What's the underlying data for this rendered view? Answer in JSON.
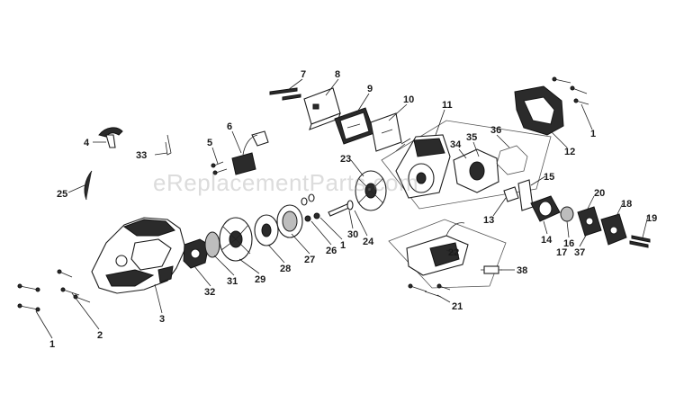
{
  "watermark": "eReplacementParts.com",
  "callouts": [
    {
      "id": "c1a",
      "label": "1"
    },
    {
      "id": "c2",
      "label": "2"
    },
    {
      "id": "c3",
      "label": "3"
    },
    {
      "id": "c4",
      "label": "4"
    },
    {
      "id": "c5",
      "label": "5"
    },
    {
      "id": "c6",
      "label": "6"
    },
    {
      "id": "c7",
      "label": "7"
    },
    {
      "id": "c8",
      "label": "8"
    },
    {
      "id": "c9",
      "label": "9"
    },
    {
      "id": "c10",
      "label": "10"
    },
    {
      "id": "c11",
      "label": "11"
    },
    {
      "id": "c12",
      "label": "12"
    },
    {
      "id": "c1b",
      "label": "1"
    },
    {
      "id": "c13",
      "label": "13"
    },
    {
      "id": "c14",
      "label": "14"
    },
    {
      "id": "c15",
      "label": "15"
    },
    {
      "id": "c16",
      "label": "16"
    },
    {
      "id": "c17",
      "label": "17"
    },
    {
      "id": "c18",
      "label": "18"
    },
    {
      "id": "c19",
      "label": "19"
    },
    {
      "id": "c20",
      "label": "20"
    },
    {
      "id": "c21",
      "label": "21"
    },
    {
      "id": "c22",
      "label": "22"
    },
    {
      "id": "c23",
      "label": "23"
    },
    {
      "id": "c24",
      "label": "24"
    },
    {
      "id": "c25",
      "label": "25"
    },
    {
      "id": "c26",
      "label": "26"
    },
    {
      "id": "c1c",
      "label": "1"
    },
    {
      "id": "c27",
      "label": "27"
    },
    {
      "id": "c28",
      "label": "28"
    },
    {
      "id": "c29",
      "label": "29"
    },
    {
      "id": "c30",
      "label": "30"
    },
    {
      "id": "c31",
      "label": "31"
    },
    {
      "id": "c32",
      "label": "32"
    },
    {
      "id": "c33",
      "label": "33"
    },
    {
      "id": "c34",
      "label": "34"
    },
    {
      "id": "c35",
      "label": "35"
    },
    {
      "id": "c36",
      "label": "36"
    },
    {
      "id": "c37",
      "label": "37"
    },
    {
      "id": "c38",
      "label": "38"
    }
  ]
}
